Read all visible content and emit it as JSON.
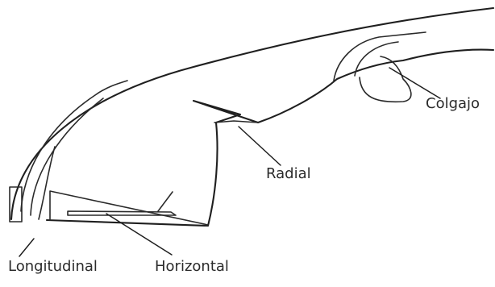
{
  "labels": {
    "colgajo": "Colgajo",
    "radial": "Radial",
    "longitudinal": "Longitudinal",
    "horizontal": "Horizontal"
  },
  "colors": {
    "line": "#1f1f1f",
    "text": "#2b2b2b",
    "background": "#ffffff"
  }
}
